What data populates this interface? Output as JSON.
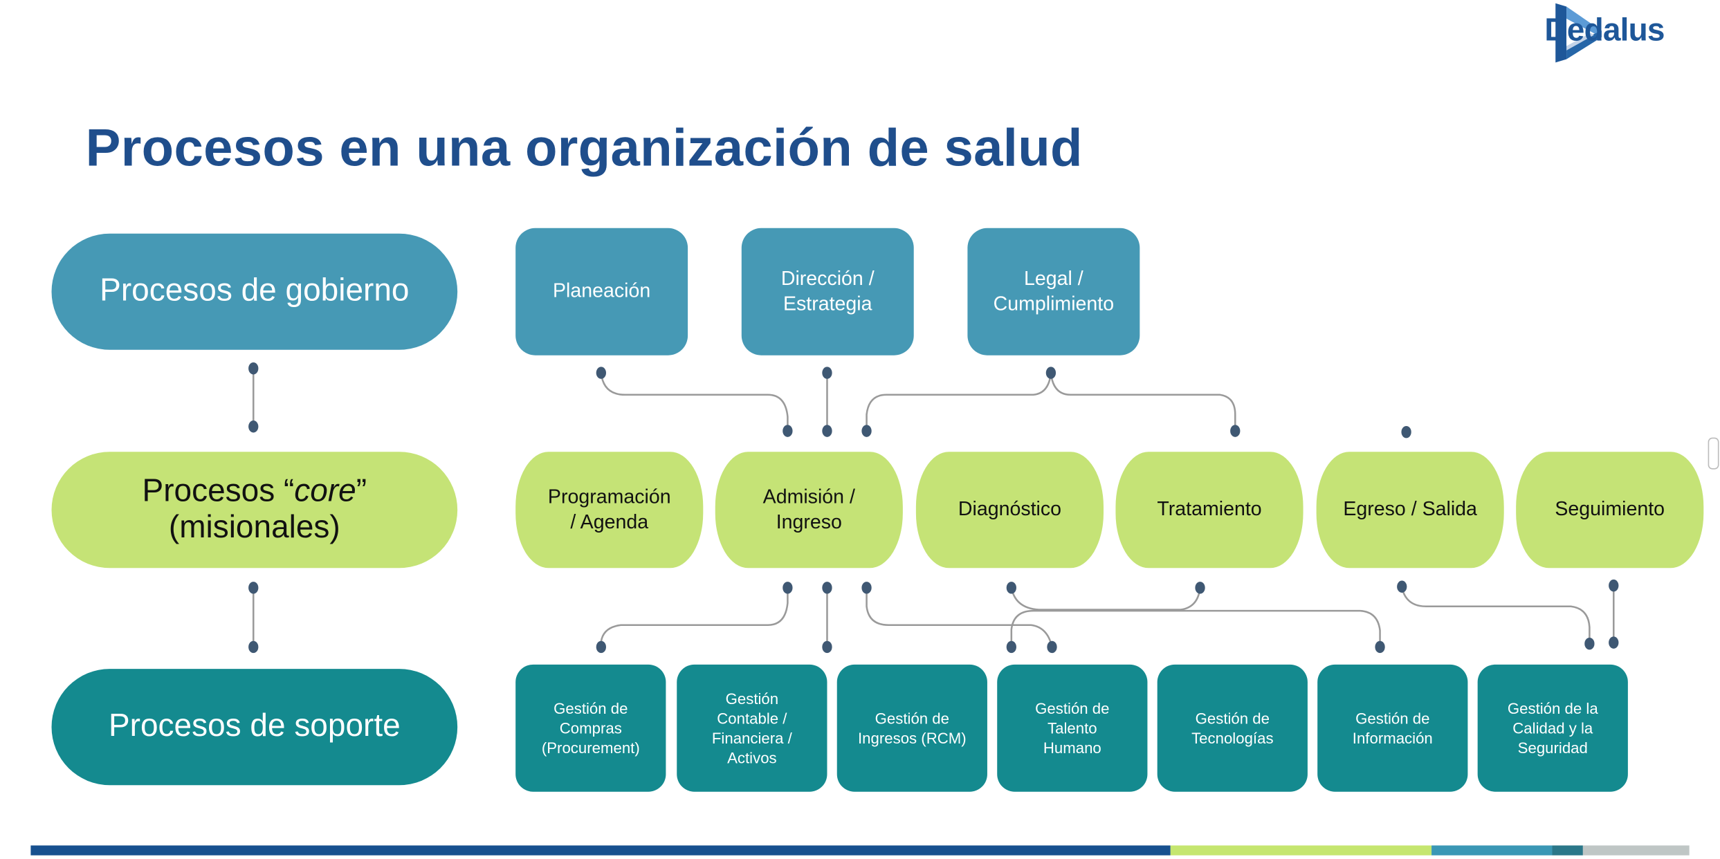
{
  "title": "Procesos en una organización de salud",
  "logo": {
    "text": "Dedalus"
  },
  "levels": {
    "gobierno": "Procesos de gobierno",
    "core_pre": "Procesos “",
    "core_em": "core",
    "core_post": "”",
    "core_line2": "(misionales)",
    "soporte": "Procesos de soporte"
  },
  "gobierno_items": [
    {
      "line1": "Planeación",
      "line2": ""
    },
    {
      "line1": "Dirección /",
      "line2": "Estrategia"
    },
    {
      "line1": "Legal /",
      "line2": "Cumplimiento"
    }
  ],
  "core_items": [
    {
      "line1": "Programación",
      "line2": "/ Agenda"
    },
    {
      "line1": "Admisión /",
      "line2": "Ingreso"
    },
    {
      "line1": "Diagnóstico",
      "line2": ""
    },
    {
      "line1": "Tratamiento",
      "line2": ""
    },
    {
      "line1": "Egreso / Salida",
      "line2": ""
    },
    {
      "line1": "Seguimiento",
      "line2": ""
    }
  ],
  "soporte_items": [
    {
      "lines": [
        "Gestión de",
        "Compras",
        "(Procurement)"
      ]
    },
    {
      "lines": [
        "Gestión",
        "Contable /",
        "Financiera /",
        "Activos"
      ]
    },
    {
      "lines": [
        "Gestión de",
        "Ingresos (RCM)"
      ]
    },
    {
      "lines": [
        "Gestión de",
        "Talento",
        "Humano"
      ]
    },
    {
      "lines": [
        "Gestión de",
        "Tecnologías"
      ]
    },
    {
      "lines": [
        "Gestión de",
        "Información"
      ]
    },
    {
      "lines": [
        "Gestión de la",
        "Calidad y la",
        "Seguridad"
      ]
    }
  ],
  "colors": {
    "title": "#1F4E8C",
    "gobierno": "#4699B5",
    "core": "#C5E376",
    "soporte": "#148A8F",
    "connector_dot": "#3F5873",
    "connector_line": "#9A9A9A",
    "bar": [
      "#17508F",
      "#C5E66F",
      "#3A97B5",
      "#2B7789",
      "#BFC6C5"
    ]
  }
}
